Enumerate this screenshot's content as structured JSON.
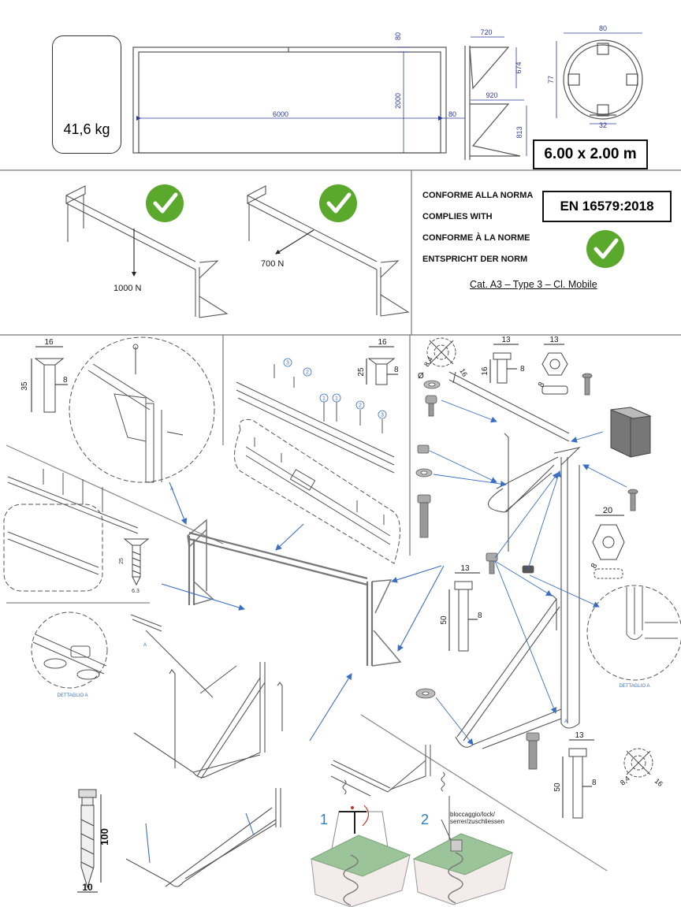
{
  "product": {
    "weight": "41,6 kg",
    "size": "6.00 x 2.00 m"
  },
  "dimensions": {
    "frame_width": "6000",
    "frame_height": "2000",
    "top_tube": "80",
    "side_tube": "80",
    "side_top_depth": "720",
    "side_top_height": "674",
    "side_bottom_depth": "920",
    "side_bottom_height": "813",
    "profile_width": "80",
    "profile_height": "77",
    "profile_slot": "32"
  },
  "tests": {
    "load_1": "1000 N",
    "load_2": "700 N"
  },
  "compliance": {
    "lines": [
      "CONFORME ALLA NORMA",
      "COMPLIES WITH",
      "CONFORME À LA NORME",
      "ENTSPRICHT DER NORM"
    ],
    "standard": "EN 16579:2018",
    "category": "Cat. A3 – Type 3 – Cl. Mobile"
  },
  "hardware": {
    "screw_a_head": "16",
    "screw_a_length": "35",
    "screw_a_dia": "8",
    "screw_b_head": "16",
    "screw_b_length": "25",
    "screw_b_dia": "8",
    "self_tap_length": "25",
    "self_tap_dia": "6.3",
    "bolt_c_head": "13",
    "bolt_c_length": "16",
    "bolt_c_dia": "8",
    "nut_width": "13",
    "nut_dia": "8",
    "washer_in": "8,4",
    "washer_out": "16",
    "plate_nut_width": "20",
    "plate_nut_dia": "8",
    "bolt_d_head": "13",
    "bolt_d_length": "50",
    "bolt_d_dia": "8",
    "bolt_e_head": "13",
    "bolt_e_length": "50",
    "bolt_e_dia": "8",
    "washer2_in": "8,4",
    "washer2_out": "16",
    "anchor_length": "100",
    "anchor_dia": "10"
  },
  "callouts": [
    "1",
    "2",
    "3"
  ],
  "details": {
    "detail_a_left": "DETTAGLIO A",
    "detail_a_right": "DETTAGLIO A",
    "ref_a": "A"
  },
  "anchoring": {
    "step_1": "1",
    "step_2": "2",
    "lock_text": "bloccaggio/lock/ serrer/zuschliessen"
  }
}
